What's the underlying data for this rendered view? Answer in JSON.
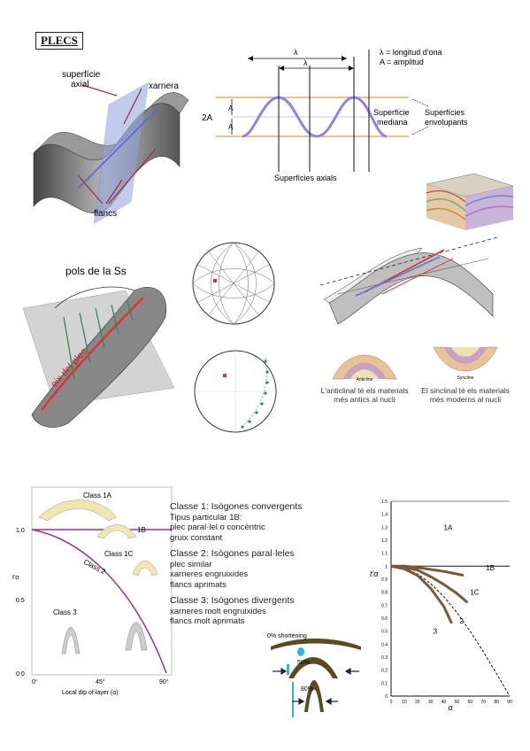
{
  "page": {
    "title": "PLECS"
  },
  "fig1": {
    "axial_surface": "superfície",
    "axial_surface2": "axial",
    "hinge": "xarnera",
    "limbs": "flancs"
  },
  "fig2": {
    "lambda": "λ",
    "amp2": "2A",
    "amp": "A",
    "legend_l1": "λ = longitud d'ona",
    "legend_l2": "A = amplitud",
    "median_l1": "Superfície",
    "median_l2": "mediana",
    "env_l1": "Superfícies",
    "env_l2": "envolupants",
    "axial": "Superfícies axials"
  },
  "fig4": {
    "poles": "pols de la Ss",
    "axis": "eix del plec"
  },
  "fig7": {
    "anticline": "Anticline",
    "syncline": "Syncline",
    "cap_anti_l1": "L'anticlinal té els materials",
    "cap_anti_l2": "més antics al nucli",
    "cap_syn_l1": "El sinclinal té els materials",
    "cap_syn_l2": "més moderns al nucli"
  },
  "ramsay": {
    "class1a": "Class 1A",
    "class1b": "1B",
    "class1c": "Class 1C",
    "class2": "Class 2",
    "class3": "Class 3",
    "y10": "1.0",
    "y05": "0.5",
    "y00": "0.0",
    "x0": "0°",
    "x45": "45°",
    "x90": "90°",
    "xlabel": "Local dip of layer (α)",
    "ylabel": "t'α"
  },
  "classes": {
    "c1_title": "Classe 1: Isògones convergents",
    "c1_l1": "Tipus particular 1B:",
    "c1_l2": "plec paral·lel o concèntric",
    "c1_l3": "gruix constant",
    "c2_title": "Classe 2: Isògones paral·leles",
    "c2_l1": "plec similar",
    "c2_l2": "xarneres engruixides",
    "c2_l3": "flancs aprimats",
    "c3_title": "Classe 3: Isògones divergents",
    "c3_l1": "xarneres molt engruixides",
    "c3_l2": "flancs molt aprimats"
  },
  "shortening": {
    "s0": "0% shortening",
    "s50": "50%",
    "s80": "80%"
  },
  "chart_data": {
    "type": "line",
    "xlabel": "α",
    "ylabel": "t'α",
    "xlim": [
      0,
      90
    ],
    "ylim": [
      0,
      1.5
    ],
    "xticks": [
      "0",
      "10",
      "20",
      "30",
      "40",
      "50",
      "60",
      "70",
      "80",
      "90"
    ],
    "yticks": [
      "0",
      "0.1",
      "0.2",
      "0.3",
      "0.4",
      "0.5",
      "0.6",
      "0.7",
      "0.8",
      "0.9",
      "1",
      "1.1",
      "1.2",
      "1.3",
      "1.4",
      "1.5"
    ],
    "annotations": [
      "1A",
      "1B",
      "1C",
      "2",
      "3"
    ],
    "series": [
      {
        "x": [
          0,
          90
        ],
        "y": [
          1.0,
          1.0
        ]
      },
      {
        "x": [
          0,
          10,
          20,
          30,
          40,
          50,
          60,
          70,
          80,
          90
        ],
        "y": [
          1.0,
          0.985,
          0.94,
          0.866,
          0.766,
          0.643,
          0.5,
          0.342,
          0.174,
          0.0
        ]
      },
      {
        "x": [
          0,
          10,
          20,
          30,
          40,
          50,
          55
        ],
        "y": [
          1.0,
          1.0,
          0.99,
          0.975,
          0.96,
          0.94,
          0.93
        ]
      },
      {
        "x": [
          0,
          10,
          20,
          30,
          40,
          50,
          58
        ],
        "y": [
          1.0,
          0.99,
          0.97,
          0.92,
          0.86,
          0.79,
          0.72
        ]
      },
      {
        "x": [
          0,
          10,
          20,
          30,
          40,
          46
        ],
        "y": [
          1.0,
          0.98,
          0.93,
          0.83,
          0.69,
          0.56
        ]
      }
    ]
  }
}
